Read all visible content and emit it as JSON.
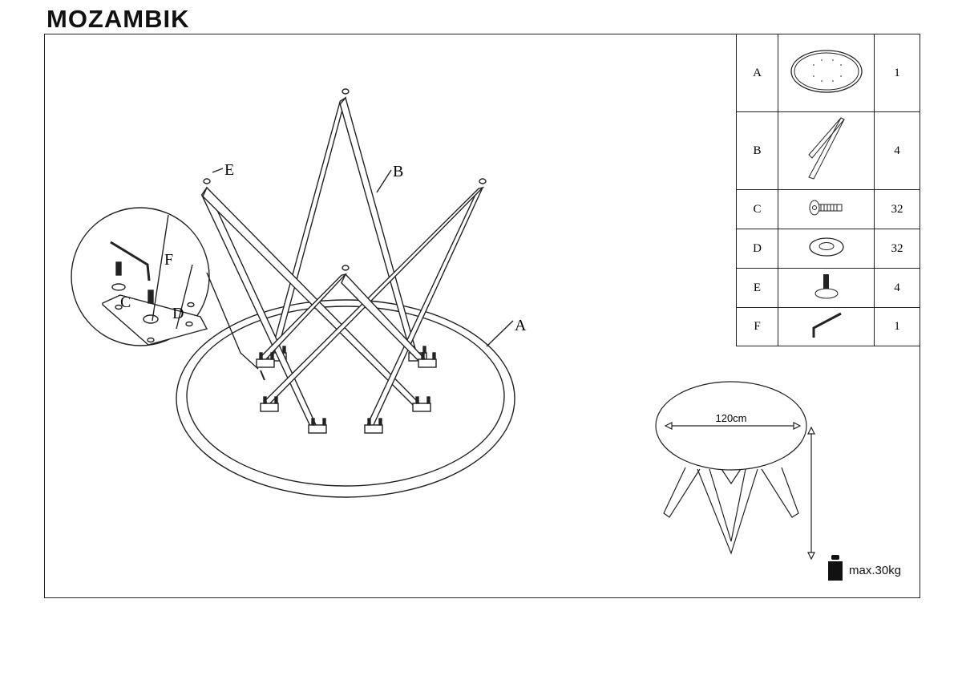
{
  "title": "MOZAMBIK",
  "callouts": {
    "A": "A",
    "B": "B",
    "C": "C",
    "D": "D",
    "E": "E",
    "F": "F"
  },
  "parts": [
    {
      "id": "A",
      "icon": "tabletop-icon",
      "qty": "1"
    },
    {
      "id": "B",
      "icon": "leg-icon",
      "qty": "4"
    },
    {
      "id": "C",
      "icon": "screw-icon",
      "qty": "32"
    },
    {
      "id": "D",
      "icon": "washer-icon",
      "qty": "32"
    },
    {
      "id": "E",
      "icon": "foot-glide-icon",
      "qty": "4"
    },
    {
      "id": "F",
      "icon": "allen-key-icon",
      "qty": "1"
    }
  ],
  "dimensions": {
    "diameter": "120cm",
    "max_load": "max.30kg"
  }
}
